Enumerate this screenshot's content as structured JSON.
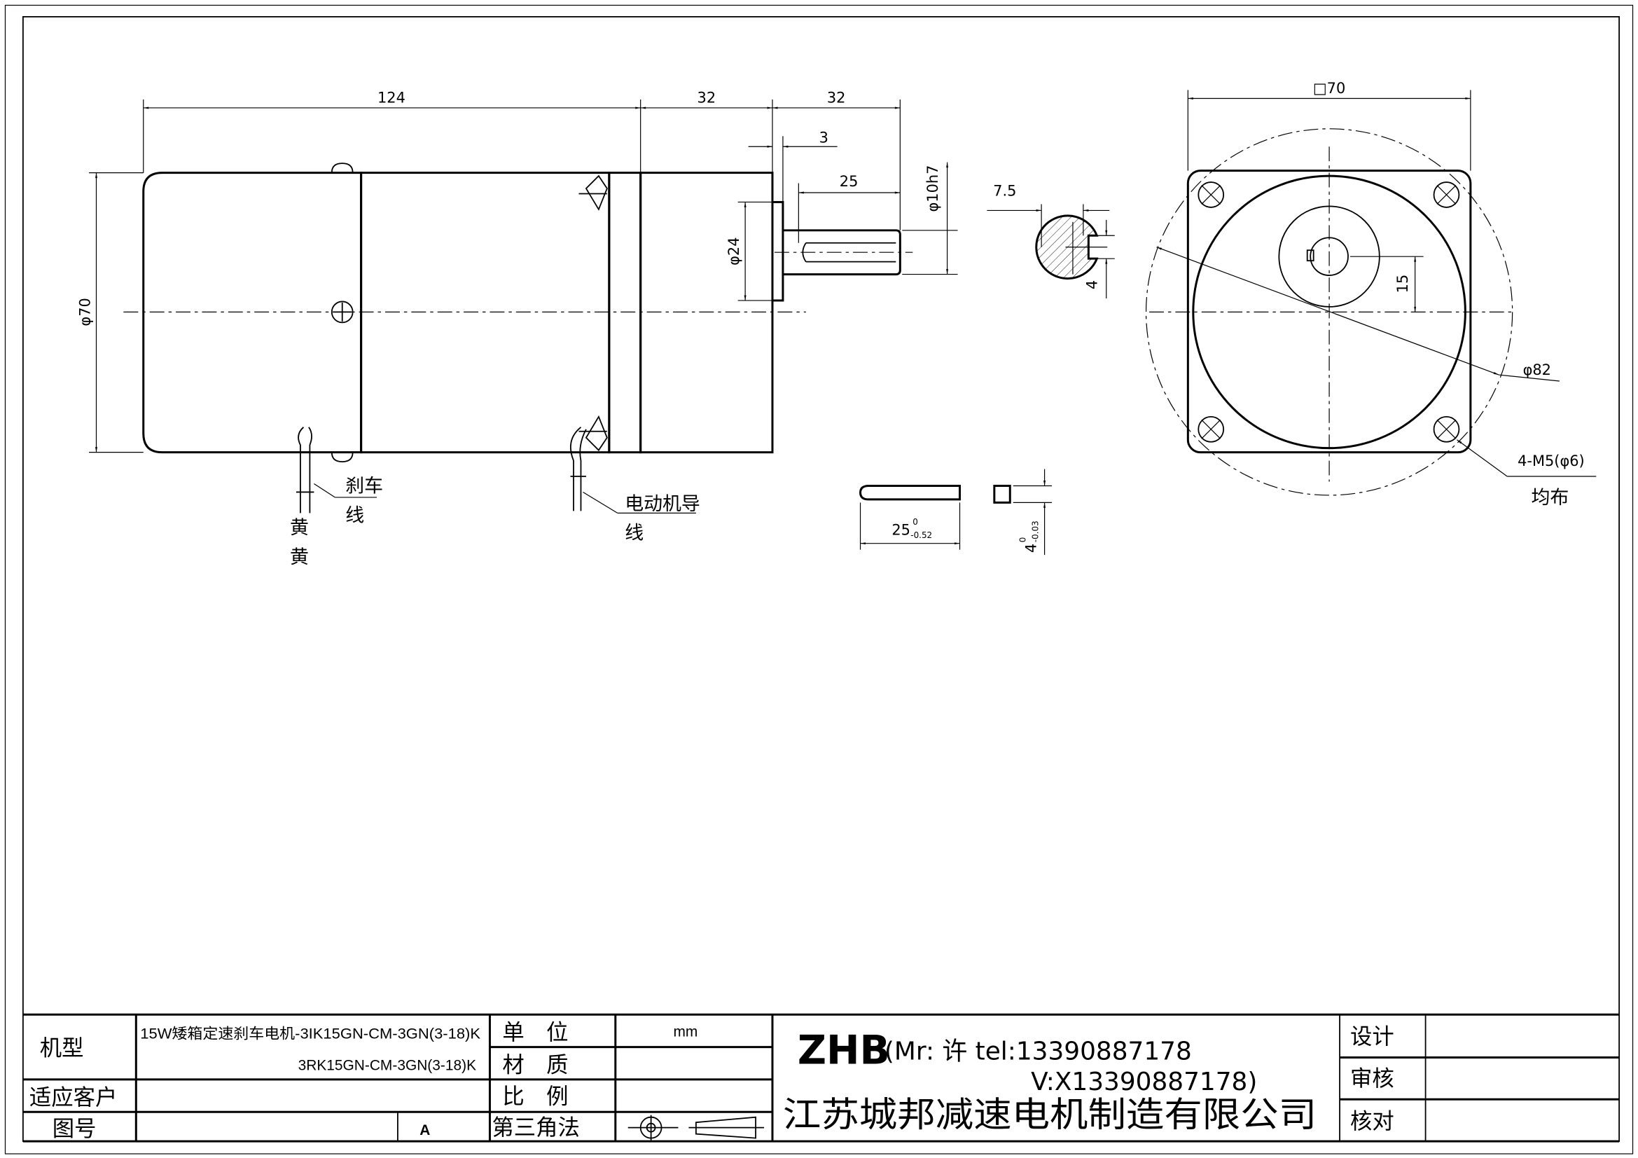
{
  "drawing": {
    "side_view": {
      "dim_total_body": "124",
      "dim_gearbox": "32",
      "dim_shaft_section": "32",
      "dim_boss": "3",
      "dim_shaft_length": "25",
      "dim_body_dia": "φ70",
      "dim_boss_dia": "φ24",
      "dim_shaft_dia": "φ10h7",
      "label_brake_line_1": "刹车",
      "label_brake_line_2": "线",
      "label_yellow_1": "黄",
      "label_yellow_2": "黄",
      "label_motor_lead_1": "电动机导",
      "label_motor_lead_2": "线"
    },
    "shaft_section": {
      "dim_flat": "7.5",
      "dim_keyway": "4"
    },
    "key_detail": {
      "dim_length": "25",
      "dim_length_upper": "0",
      "dim_length_lower": "-0.52",
      "dim_width": "4",
      "dim_width_upper": "0",
      "dim_width_lower": "-0.03"
    },
    "front_view": {
      "dim_square": "□70",
      "dim_offset": "15",
      "dim_pcd": "φ82",
      "dim_holes": "4-M5(φ6)",
      "label_even": "均布"
    }
  },
  "title_block": {
    "model_label": "机型",
    "model_line_1": "15W矮箱定速刹车电机-3IK15GN-CM-3GN(3-18)K",
    "model_line_2": "3RK15GN-CM-3GN(3-18)K",
    "customer_label": "适应客户",
    "drawing_no_label": "图号",
    "revision": "A",
    "unit_label": "单　位",
    "unit_value": "mm",
    "material_label": "材　质",
    "scale_label": "比　例",
    "projection_label": "第三角法",
    "brand": "ZHB",
    "contact_line_1": "(Mr: 许 tel:13390887178",
    "contact_line_2": "V:X13390887178)",
    "company": "江苏城邦减速电机制造有限公司",
    "design_label": "设计",
    "review_label": "审核",
    "check_label": "核对"
  }
}
